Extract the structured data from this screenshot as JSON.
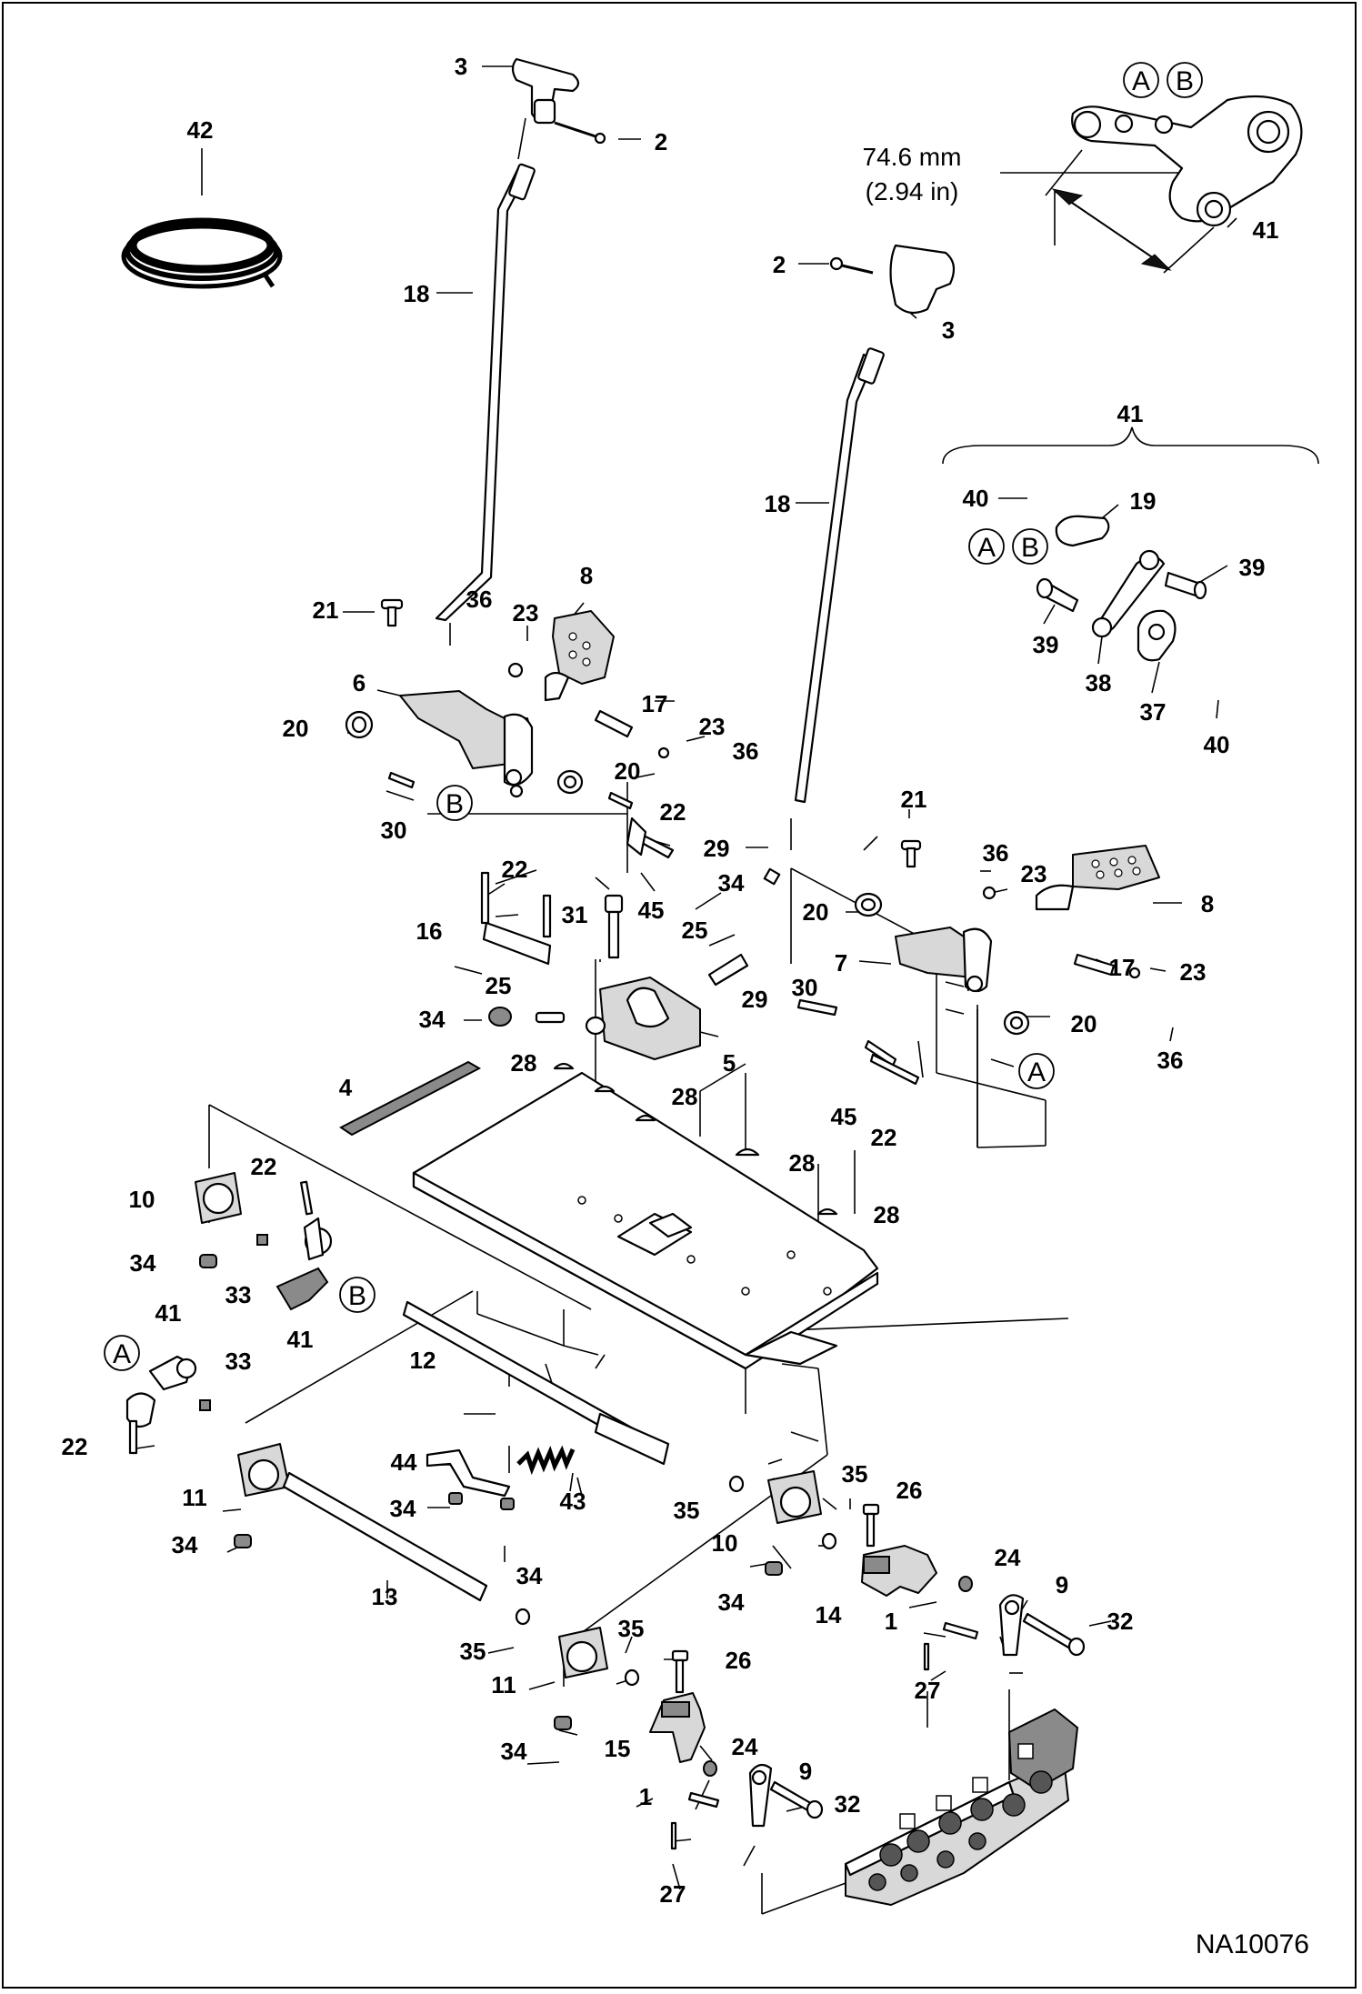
{
  "figure_id": "NA10076",
  "dimension": {
    "metric": "74.6 mm",
    "imperial": "(2.94 in)"
  },
  "detail_markers": [
    "A",
    "B"
  ],
  "detail_group_label": "41",
  "callouts": [
    {
      "id": "c3a",
      "text": "3"
    },
    {
      "id": "c2a",
      "text": "2"
    },
    {
      "id": "c42",
      "text": "42"
    },
    {
      "id": "c18a",
      "text": "18"
    },
    {
      "id": "c2b",
      "text": "2"
    },
    {
      "id": "c3b",
      "text": "3"
    },
    {
      "id": "c41top",
      "text": "41"
    },
    {
      "id": "c18b",
      "text": "18"
    },
    {
      "id": "c40a",
      "text": "40"
    },
    {
      "id": "c19",
      "text": "19"
    },
    {
      "id": "c39a",
      "text": "39"
    },
    {
      "id": "c39b",
      "text": "39"
    },
    {
      "id": "c38",
      "text": "38"
    },
    {
      "id": "c37",
      "text": "37"
    },
    {
      "id": "c40b",
      "text": "40"
    },
    {
      "id": "c21a",
      "text": "21"
    },
    {
      "id": "c36a",
      "text": "36"
    },
    {
      "id": "c23a",
      "text": "23"
    },
    {
      "id": "c8a",
      "text": "8"
    },
    {
      "id": "c6",
      "text": "6"
    },
    {
      "id": "c20a",
      "text": "20"
    },
    {
      "id": "c17a",
      "text": "17"
    },
    {
      "id": "c23b",
      "text": "23"
    },
    {
      "id": "c36b",
      "text": "36"
    },
    {
      "id": "c20b",
      "text": "20"
    },
    {
      "id": "c30a",
      "text": "30"
    },
    {
      "id": "c22a",
      "text": "22"
    },
    {
      "id": "c29a",
      "text": "29"
    },
    {
      "id": "c45a",
      "text": "45"
    },
    {
      "id": "c34a",
      "text": "34"
    },
    {
      "id": "c22b",
      "text": "22"
    },
    {
      "id": "c16",
      "text": "16"
    },
    {
      "id": "c31",
      "text": "31"
    },
    {
      "id": "c25a",
      "text": "25"
    },
    {
      "id": "c25b",
      "text": "25"
    },
    {
      "id": "c34b",
      "text": "34"
    },
    {
      "id": "c5",
      "text": "5"
    },
    {
      "id": "c21b",
      "text": "21"
    },
    {
      "id": "c36c",
      "text": "36"
    },
    {
      "id": "c23c",
      "text": "23"
    },
    {
      "id": "c8b",
      "text": "8"
    },
    {
      "id": "c20c",
      "text": "20"
    },
    {
      "id": "c17b",
      "text": "17"
    },
    {
      "id": "c7",
      "text": "7"
    },
    {
      "id": "c23d",
      "text": "23"
    },
    {
      "id": "c30b",
      "text": "30"
    },
    {
      "id": "c29b",
      "text": "29"
    },
    {
      "id": "c20d",
      "text": "20"
    },
    {
      "id": "c36d",
      "text": "36"
    },
    {
      "id": "c28a",
      "text": "28"
    },
    {
      "id": "c28b",
      "text": "28"
    },
    {
      "id": "c45b",
      "text": "45"
    },
    {
      "id": "c22c",
      "text": "22"
    },
    {
      "id": "c4",
      "text": "4"
    },
    {
      "id": "c28c",
      "text": "28"
    },
    {
      "id": "c28d",
      "text": "28"
    },
    {
      "id": "c22d",
      "text": "22"
    },
    {
      "id": "c10a",
      "text": "10"
    },
    {
      "id": "c34c",
      "text": "34"
    },
    {
      "id": "c33a",
      "text": "33"
    },
    {
      "id": "c41a",
      "text": "41"
    },
    {
      "id": "c41b",
      "text": "41"
    },
    {
      "id": "c33b",
      "text": "33"
    },
    {
      "id": "c12",
      "text": "12"
    },
    {
      "id": "c22e",
      "text": "22"
    },
    {
      "id": "c11a",
      "text": "11"
    },
    {
      "id": "c34d",
      "text": "34"
    },
    {
      "id": "c44",
      "text": "44"
    },
    {
      "id": "c34e",
      "text": "34"
    },
    {
      "id": "c43",
      "text": "43"
    },
    {
      "id": "c34f",
      "text": "34"
    },
    {
      "id": "c13",
      "text": "13"
    },
    {
      "id": "c35a",
      "text": "35"
    },
    {
      "id": "c35b",
      "text": "35"
    },
    {
      "id": "c26a",
      "text": "26"
    },
    {
      "id": "c10b",
      "text": "10"
    },
    {
      "id": "c34g",
      "text": "34"
    },
    {
      "id": "c24a",
      "text": "24"
    },
    {
      "id": "c9a",
      "text": "9"
    },
    {
      "id": "c14",
      "text": "14"
    },
    {
      "id": "c1a",
      "text": "1"
    },
    {
      "id": "c32a",
      "text": "32"
    },
    {
      "id": "c27a",
      "text": "27"
    },
    {
      "id": "c35c",
      "text": "35"
    },
    {
      "id": "c11b",
      "text": "11"
    },
    {
      "id": "c35d",
      "text": "35"
    },
    {
      "id": "c26b",
      "text": "26"
    },
    {
      "id": "c34h",
      "text": "34"
    },
    {
      "id": "c15",
      "text": "15"
    },
    {
      "id": "c24b",
      "text": "24"
    },
    {
      "id": "c9b",
      "text": "9"
    },
    {
      "id": "c1b",
      "text": "1"
    },
    {
      "id": "c32b",
      "text": "32"
    },
    {
      "id": "c27b",
      "text": "27"
    }
  ]
}
